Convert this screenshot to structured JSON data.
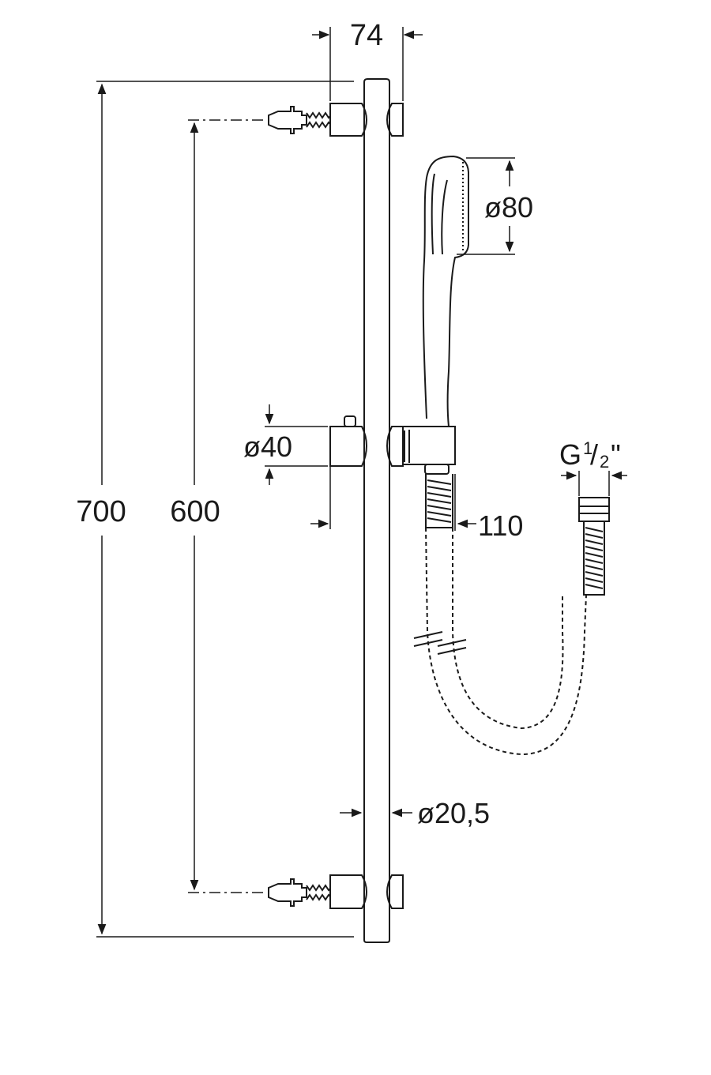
{
  "dimensions": {
    "bar_width": "74",
    "total_height": "700",
    "mount_spacing": "600",
    "head_diameter": "ø80",
    "slider_diameter": "ø40",
    "handle_offset": "110",
    "rail_diameter": "ø20,5",
    "thread_main": "G",
    "thread_num": "1",
    "thread_den": "2",
    "thread_quote": "\""
  },
  "colors": {
    "line": "#1a1a1a",
    "background": "#ffffff"
  }
}
